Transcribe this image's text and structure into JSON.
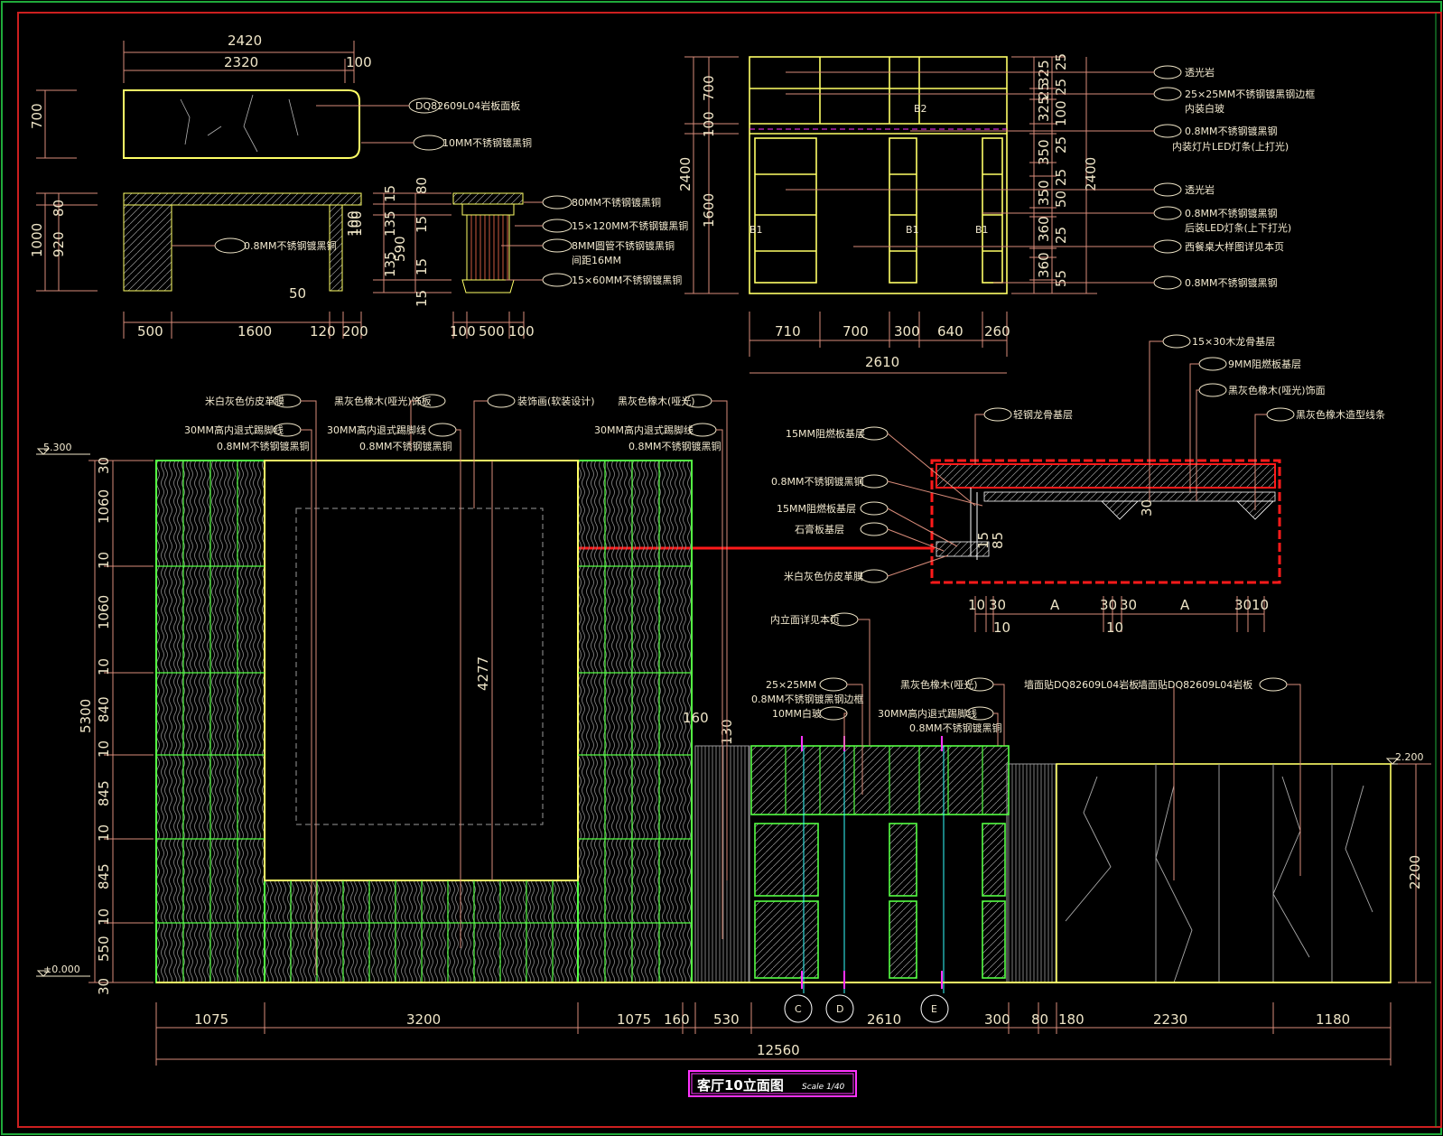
{
  "title": {
    "name": "客厅10立面图",
    "scale": "Scale 1/40"
  },
  "levels": {
    "top": "5.300",
    "zero": "±0.000",
    "right": "2.200"
  },
  "colors": {
    "bg": "#000000",
    "frame_red": "#cc1f1f",
    "frame_green": "#1faa3a",
    "dim": "#d98c7a",
    "outline": "#ffff66",
    "panel_green": "#55ff44",
    "cyan": "#33ffff",
    "magenta": "#ff33ff",
    "highlight_red": "#ff1a1a",
    "text": "#f3ead0"
  },
  "top_left": {
    "dims_top": [
      "2420",
      "2320",
      "100"
    ],
    "dims_left": [
      "700",
      "80",
      "1000",
      "920"
    ],
    "dims_bottom": [
      "500",
      "1600",
      "120",
      "200"
    ],
    "small_dims": [
      "50",
      "100"
    ],
    "labels": [
      "DQ82609L04岩板面板",
      "10MM不锈钢镀黑铜",
      "0.8MM不锈钢镀黑铜"
    ]
  },
  "top_section": {
    "dims_left": [
      "15",
      "80",
      "135",
      "15",
      "590",
      "100",
      "15",
      "135",
      "15"
    ],
    "dims_bottom": [
      "100",
      "500",
      "100"
    ],
    "labels": [
      "80MM不锈钢镀黑铜",
      "15×120MM不锈钢镀黑铜",
      "8MM圆管不锈钢镀黑铜",
      "间距16MM",
      "15×60MM不锈钢镀黑铜"
    ]
  },
  "cabinet": {
    "dims_left": [
      "700",
      "100",
      "2400",
      "1600"
    ],
    "dims_right_a": [
      "325",
      "25",
      "325",
      "100",
      "350",
      "25",
      "350",
      "50",
      "360",
      "25",
      "360",
      "55"
    ],
    "dims_right_b": [
      "25",
      "25",
      "25",
      "25",
      "25"
    ],
    "dims_right_total": "2400",
    "dims_bottom": [
      "710",
      "700",
      "300",
      "640",
      "260"
    ],
    "total": "2610",
    "marks": [
      "B1",
      "B1",
      "B1",
      "B2"
    ],
    "labels": [
      "透光岩",
      "25×25MM不锈钢镀黑钢边框",
      "内装白玻",
      "0.8MM不锈钢镀黑钢",
      "内装灯片LED灯条(上打光)",
      "透光岩",
      "0.8MM不锈钢镀黑钢",
      "后装LED灯条(上下打光)",
      "西餐桌大样图详见本页",
      "0.8MM不锈钢镀黑钢"
    ]
  },
  "detail": {
    "labels_right": [
      "15×30木龙骨基层",
      "9MM阻燃板基层",
      "黑灰色橡木(哑光)饰面",
      "黑灰色橡木造型线条",
      "轻钢龙骨基层"
    ],
    "labels_left": [
      "15MM阻燃板基层",
      "0.8MM不锈钢镀黑铜",
      "15MM阻燃板基层",
      "石膏板基层",
      "米白灰色仿皮革膜"
    ],
    "dims": [
      "30",
      "85",
      "15"
    ],
    "dims_bottom": [
      "10",
      "30",
      "A",
      "30",
      "30",
      "A",
      "30",
      "10"
    ],
    "dims_bottom2": [
      "10",
      "10"
    ],
    "ref": "内立面详见本页"
  },
  "elevation": {
    "dims_left": [
      "30",
      "1060",
      "10",
      "1060",
      "10",
      "840",
      "10",
      "845",
      "10",
      "845",
      "10",
      "550",
      "30"
    ],
    "total_left": "5300",
    "center_dim": "4277",
    "dims_bottom": [
      "1075",
      "3200",
      "1075",
      "160",
      "530",
      "2610",
      "300",
      "80",
      "180",
      "2230",
      "1180"
    ],
    "total": "12560",
    "right_dim": "2200",
    "small_dims": [
      "160",
      "130"
    ],
    "labels_top": [
      "米白灰色仿皮革膜",
      "黑灰色橡木(哑光)饰板",
      "装饰画(软装设计)",
      "黑灰色橡木(哑光)"
    ],
    "labels_top2": [
      "30MM高内退式踢脚线",
      "30MM高内退式踢脚线",
      "30MM高内退式踢脚线"
    ],
    "labels_top3": [
      "0.8MM不锈钢镀黑铜",
      "0.8MM不锈钢镀黑铜",
      "0.8MM不锈钢镀黑铜"
    ],
    "labels_mid": [
      "25×25MM",
      "0.8MM不锈钢镀黑钢边框",
      "10MM白玻",
      "黑灰色橡木(哑光)",
      "30MM高内退式踢脚线",
      "0.8MM不锈钢镀黑铜",
      "墙面贴DQ82609L04岩板",
      "墙面贴DQ82609L04岩板"
    ],
    "section_marks": [
      "C",
      "D",
      "E"
    ]
  }
}
